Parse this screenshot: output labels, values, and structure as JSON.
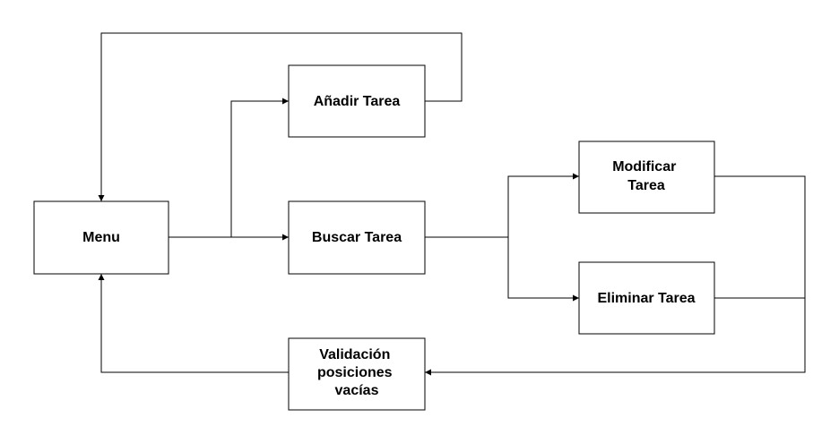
{
  "nodes": {
    "menu": {
      "lines": [
        "Menu"
      ]
    },
    "anadir": {
      "lines": [
        "Añadir Tarea"
      ]
    },
    "buscar": {
      "lines": [
        "Buscar Tarea"
      ]
    },
    "modificar": {
      "lines": [
        "Modificar",
        "Tarea"
      ]
    },
    "eliminar": {
      "lines": [
        "Eliminar Tarea"
      ]
    },
    "validacion": {
      "lines": [
        "Validación",
        "posiciones",
        "vacías"
      ]
    }
  },
  "edges": [
    {
      "from": "menu",
      "to": "anadir"
    },
    {
      "from": "menu",
      "to": "buscar"
    },
    {
      "from": "anadir",
      "to": "menu"
    },
    {
      "from": "buscar",
      "to": "modificar"
    },
    {
      "from": "buscar",
      "to": "eliminar"
    },
    {
      "from": "modificar",
      "to": "validacion"
    },
    {
      "from": "eliminar",
      "to": "validacion"
    },
    {
      "from": "validacion",
      "to": "menu"
    }
  ],
  "colors": {
    "stroke": "#000000",
    "fill": "#ffffff",
    "text": "#000000"
  }
}
